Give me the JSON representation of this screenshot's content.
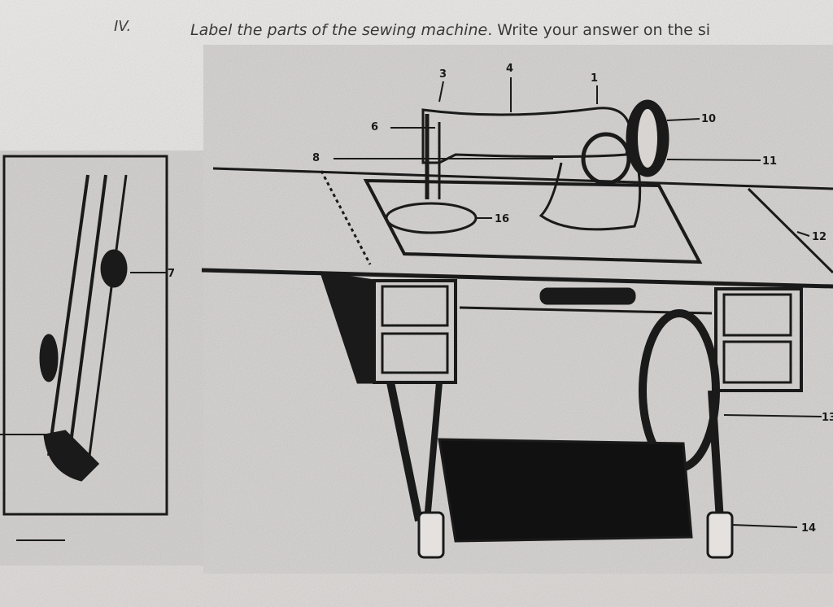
{
  "question": {
    "number": "IV.",
    "instruction_italic": "Label the parts of the sewing machine",
    "instruction_rest": ". Write your answer on the si"
  },
  "diagram": {
    "labels": [
      "3",
      "4",
      "1",
      "6",
      "10",
      "8",
      "11",
      "16",
      "12",
      "7",
      "13",
      "14"
    ]
  }
}
